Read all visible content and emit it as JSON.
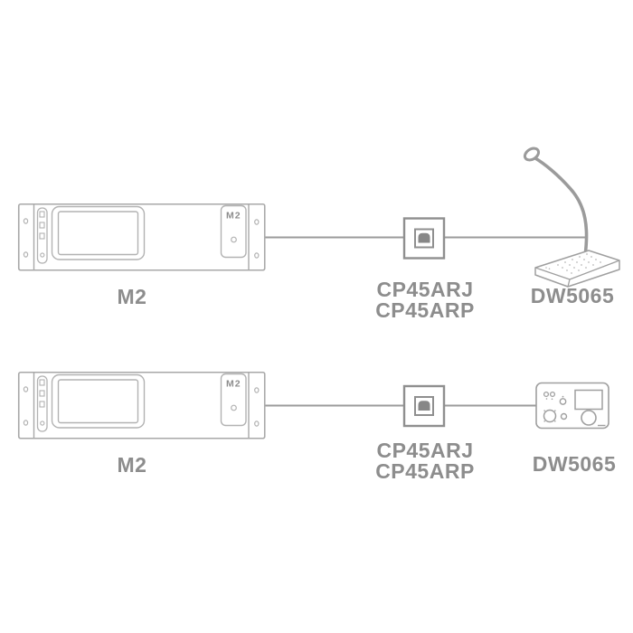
{
  "colors": {
    "background": "#ffffff",
    "device_outline": "#a8a8a8",
    "device_detail": "#b2b2b2",
    "connector_outline": "#8f8f8f",
    "jack_fill": "#878787",
    "wire": "#9b9b9b",
    "label_text": "#8d8d8d"
  },
  "rows": [
    {
      "source": {
        "label": "M2",
        "badge": "M2",
        "icon": "rack-unit"
      },
      "connector": {
        "labels": [
          "CP45ARJ",
          "CP45ARP"
        ],
        "icon": "rj45-wall-socket"
      },
      "endpoint": {
        "label": "DW5065",
        "icon": "gooseneck-microphone"
      }
    },
    {
      "source": {
        "label": "M2",
        "badge": "M2",
        "icon": "rack-unit"
      },
      "connector": {
        "labels": [
          "CP45ARJ",
          "CP45ARP"
        ],
        "icon": "rj45-wall-socket"
      },
      "endpoint": {
        "label": "DW5065",
        "icon": "control-panel"
      }
    }
  ]
}
